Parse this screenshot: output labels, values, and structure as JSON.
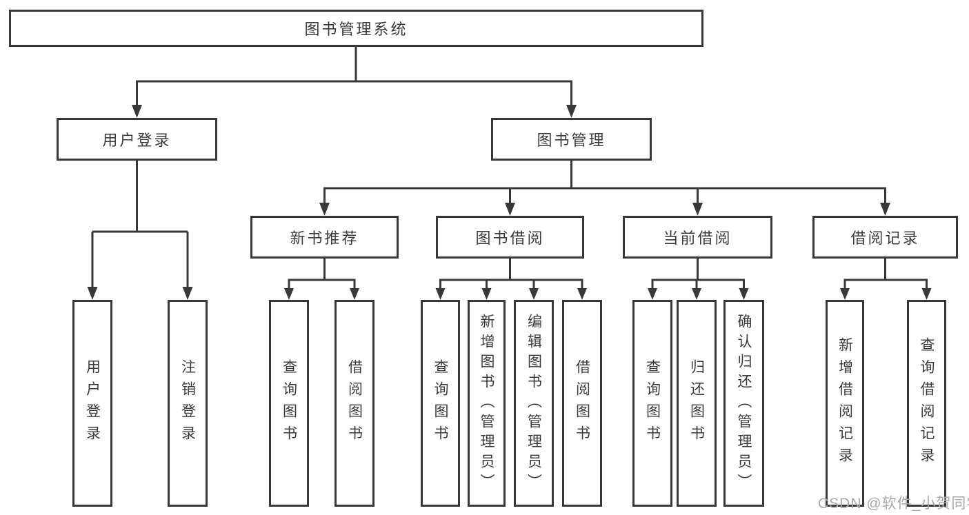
{
  "diagram": {
    "root": {
      "label": "图书管理系统"
    },
    "level2": {
      "user_login": {
        "label": "用户登录"
      },
      "book_mgmt": {
        "label": "图书管理"
      }
    },
    "level3": {
      "new_book_rec": {
        "label": "新书推荐"
      },
      "book_borrow": {
        "label": "图书借阅"
      },
      "current_borrow": {
        "label": "当前借阅"
      },
      "borrow_records": {
        "label": "借阅记录"
      }
    },
    "leaves": {
      "leaf_user_login": {
        "label": "用户登录"
      },
      "leaf_logout": {
        "label": "注销登录"
      },
      "leaf_query_book_1": {
        "label": "查询图书"
      },
      "leaf_borrow_book_1": {
        "label": "借阅图书"
      },
      "leaf_query_book_2": {
        "label": "查询图书"
      },
      "leaf_add_book": {
        "label": "新增图书（管理员）"
      },
      "leaf_edit_book": {
        "label": "编辑图书（管理员）"
      },
      "leaf_borrow_book_2": {
        "label": "借阅图书"
      },
      "leaf_query_book_3": {
        "label": "查询图书"
      },
      "leaf_return_book": {
        "label": "归还图书"
      },
      "leaf_confirm_return": {
        "label": "确认归还（管理员）"
      },
      "leaf_add_borrow_record": {
        "label": "新增借阅记录"
      },
      "leaf_query_borrow_record": {
        "label": "查询借阅记录"
      }
    }
  },
  "colors": {
    "line": "#383838",
    "box_border": "#383838",
    "text": "#3b3b3b",
    "watermark": "#a9a9a9",
    "background": "#ffffff"
  },
  "watermark": {
    "text": "CSDN @软件_小贺同学"
  }
}
